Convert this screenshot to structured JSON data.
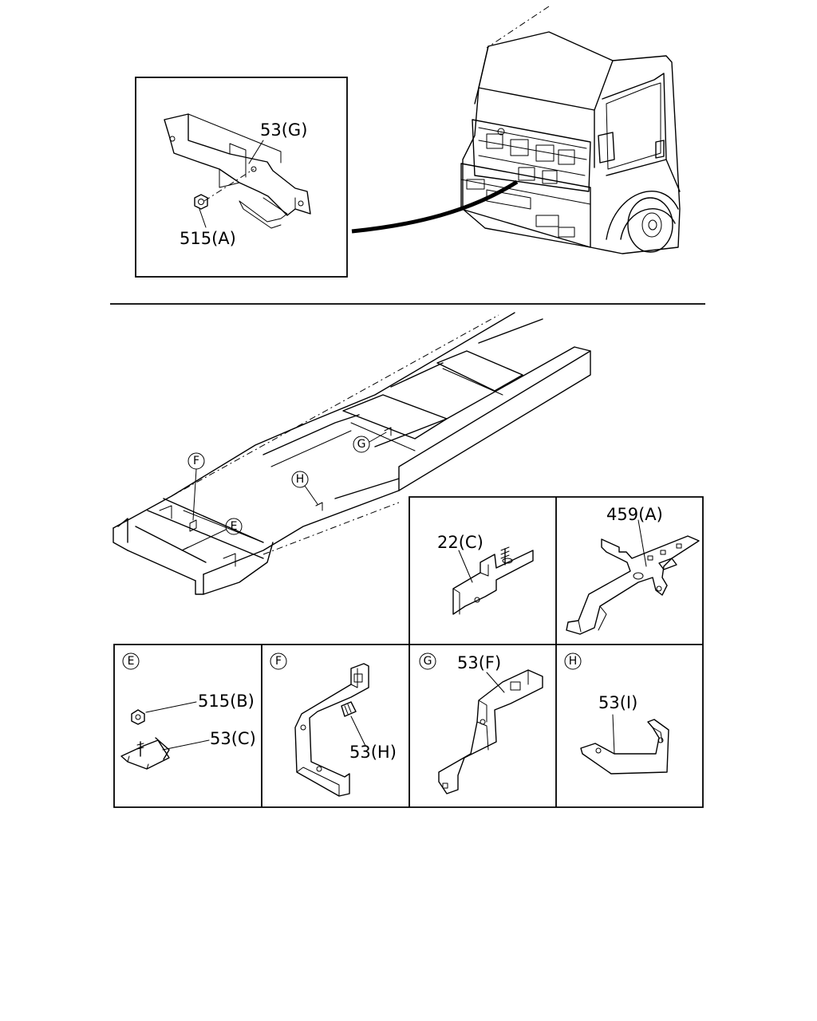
{
  "top_inset": {
    "labels": [
      "53(G)",
      "515(A)"
    ]
  },
  "frame_callouts": [
    "F",
    "E",
    "G",
    "H"
  ],
  "detail_boxes": {
    "c22": {
      "labels": [
        "22(C)"
      ]
    },
    "a459": {
      "labels": [
        "459(A)"
      ]
    },
    "E": {
      "marker": "E",
      "labels": [
        "515(B)",
        "53(C)"
      ]
    },
    "F": {
      "marker": "F",
      "labels": [
        "53(H)"
      ]
    },
    "G": {
      "marker": "G",
      "labels": [
        "53(F)"
      ]
    },
    "H": {
      "marker": "H",
      "labels": [
        "53(I)"
      ]
    }
  }
}
